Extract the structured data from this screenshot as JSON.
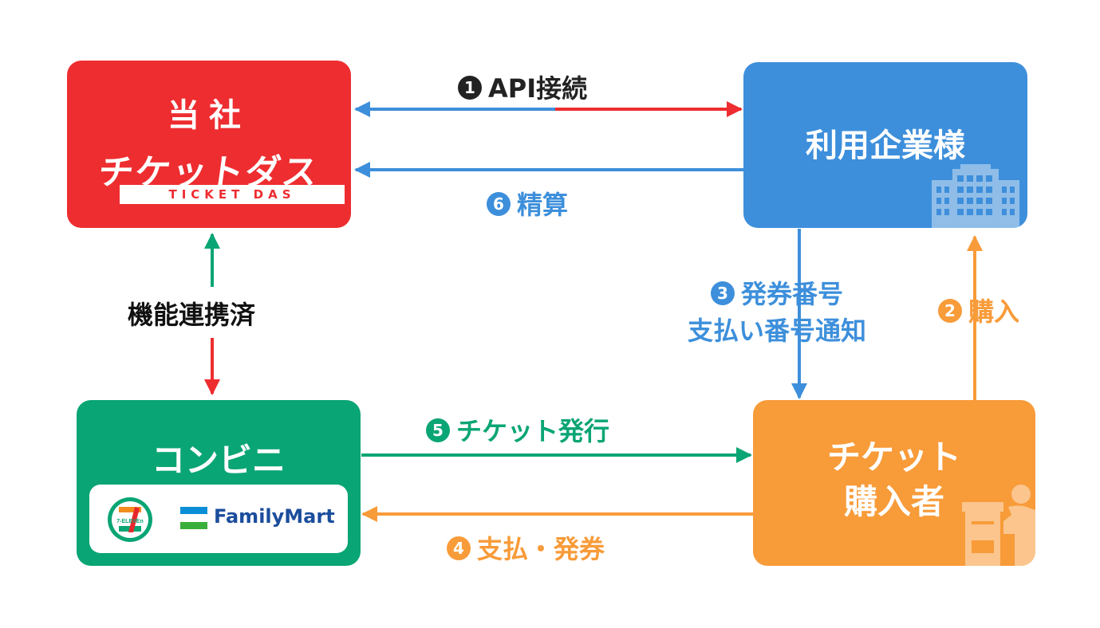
{
  "nodes": {
    "company": {
      "title": "当社",
      "brand": "チケットダス",
      "brand_sub": "TICKET DAS"
    },
    "partner": {
      "title": "利用企業様"
    },
    "store": {
      "title": "コンビニ",
      "logo_seven": "7-ELEVEn",
      "logo_fm": "FamilyMart"
    },
    "buyer": {
      "title_line1": "チケット",
      "title_line2": "購入者"
    }
  },
  "edges": {
    "api": {
      "num": "1",
      "label": "API接続"
    },
    "settle": {
      "num": "6",
      "label": "精算"
    },
    "notify": {
      "num": "3",
      "label_line1": "発券番号",
      "label_line2": "支払い番号通知"
    },
    "purchase": {
      "num": "2",
      "label": "購入"
    },
    "issue": {
      "num": "5",
      "label": "チケット発行"
    },
    "pay": {
      "num": "4",
      "label": "支払・発券"
    },
    "link": {
      "label": "機能連携済"
    }
  },
  "colors": {
    "red": "#ee2d30",
    "blue": "#3d8fdb",
    "green": "#0aa574",
    "orange": "#f89b39",
    "dark": "#222222"
  }
}
